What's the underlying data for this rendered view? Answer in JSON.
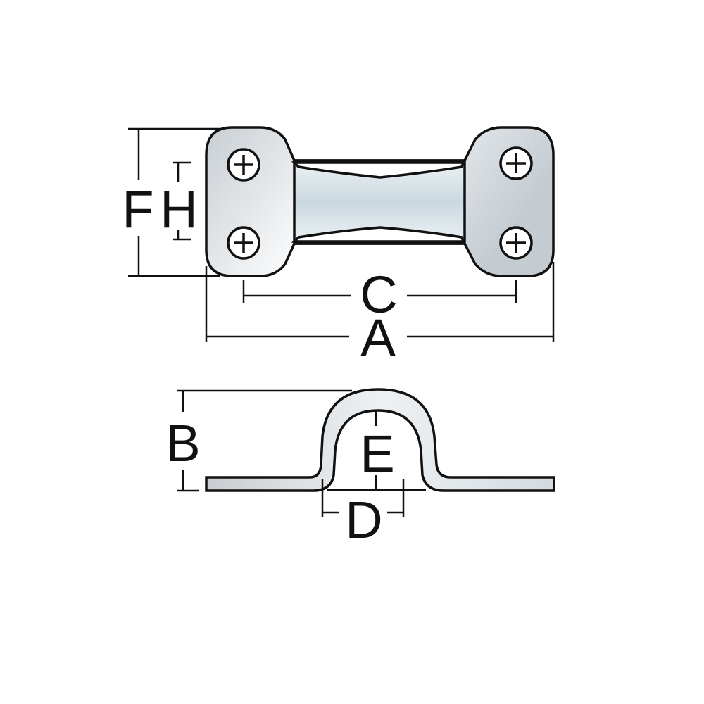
{
  "diagram": {
    "top_view": {
      "labels": {
        "F": "F",
        "H": "H",
        "C": "C",
        "A": "A"
      }
    },
    "side_view": {
      "labels": {
        "B": "B",
        "E": "E",
        "D": "D"
      }
    },
    "colors": {
      "outline": "#111111",
      "metal_light": "#f4f6f8",
      "metal_mid": "#c9d3da",
      "neck": "#d6e2e8"
    },
    "icons": [
      "phillips-screw-icon"
    ]
  }
}
